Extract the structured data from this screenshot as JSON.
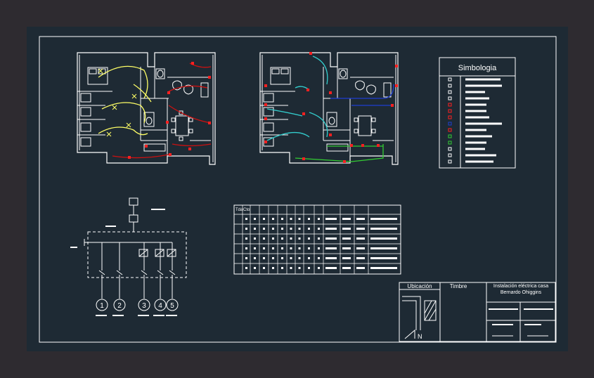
{
  "colors": {
    "frame_bg": "#2e2b30",
    "sheet_bg": "#1e2a34",
    "line": "#ffffff",
    "circuit_yellow": "#ffff66",
    "circuit_red": "#cc1111",
    "circuit_cyan": "#33cccc",
    "circuit_blue": "#1f3fd0",
    "circuit_green": "#33cc33",
    "device_red": "#ff2020"
  },
  "legend": {
    "title": "Simbologia"
  },
  "single_line_diagram": {
    "circuits": [
      "1",
      "2",
      "3",
      "4",
      "5"
    ]
  },
  "load_table": {
    "headers": [
      "Tda",
      "Cto"
    ]
  },
  "title_block": {
    "location_label": "Ubicación",
    "north_label": "N",
    "stamp_label": "Timbre",
    "project_line1": "Instalación eléctrica casa",
    "project_line2": "Bernardo Ohiggins"
  }
}
